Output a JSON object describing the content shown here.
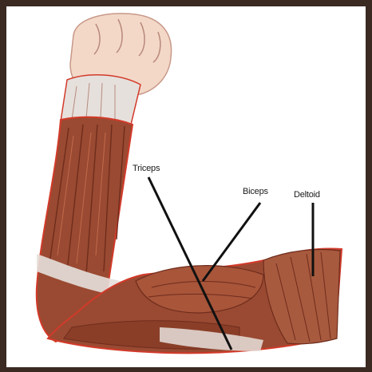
{
  "labels": {
    "triceps": "Triceps",
    "biceps": "Biceps",
    "deltoid": "Deltoid"
  },
  "colors": {
    "frame": "#3a2a22",
    "muscle": "#9a4a32",
    "muscle_dark": "#6e2c1c",
    "outline": "#d23a2a",
    "tendon": "#e6e0dc",
    "skin": "#f3d8c8"
  }
}
